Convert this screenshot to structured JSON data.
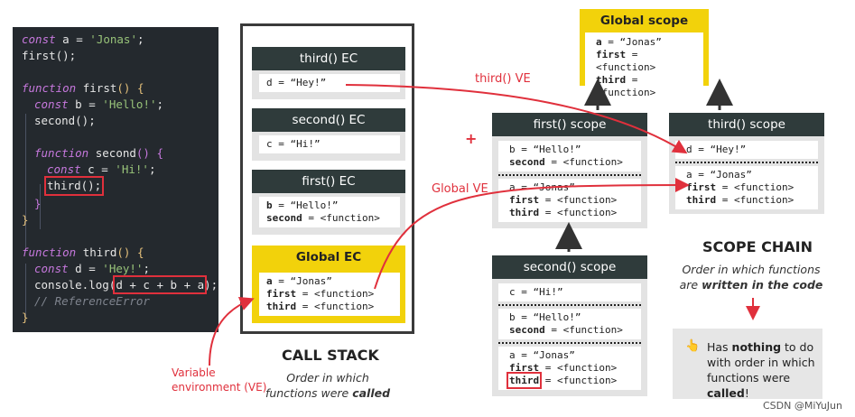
{
  "code": {
    "l1": [
      "const",
      "a",
      "=",
      "'Jonas'",
      ";"
    ],
    "l2": "first();",
    "l3": [
      "function",
      "first",
      "() {"
    ],
    "l4": [
      "const",
      "b",
      "=",
      "'Hello!'",
      ";"
    ],
    "l5": "second();",
    "l6": [
      "function",
      "second",
      "() {"
    ],
    "l7": [
      "const",
      "c",
      "=",
      "'Hi!'",
      ";"
    ],
    "l8": "third();",
    "l9": "}",
    "l10": "}",
    "l11": [
      "function",
      "third",
      "() {"
    ],
    "l12": [
      "const",
      "d",
      "=",
      "'Hey!'",
      ";"
    ],
    "l13a": "console.log(",
    "l13b": "d + c + b + a",
    "l13c": ");",
    "l14": "// ReferenceError",
    "l15": "}"
  },
  "call_stack": {
    "title": "CALL STACK",
    "subtitle_1": "Order in which",
    "subtitle_2a": "functions were ",
    "subtitle_2b": "called",
    "frames": {
      "third": {
        "name": "third() EC",
        "vars": [
          "d = “Hey!”"
        ]
      },
      "second": {
        "name": "second() EC",
        "vars": [
          "c = “Hi!”"
        ]
      },
      "first": {
        "name": "first() EC",
        "vars_b": "b",
        "vars_b_val": " = “Hello!”",
        "vars_s": "second",
        "vars_s_val": " = <function>"
      },
      "global": {
        "name": "Global EC",
        "a": "a",
        "a_val": " = “Jonas”",
        "f": "first",
        "f_val": " = <function>",
        "t": "third",
        "t_val": " = <function>"
      }
    }
  },
  "scopes": {
    "global": {
      "name": "Global scope",
      "a": "a",
      "a_val": " = “Jonas”",
      "f": "first",
      "f_val": " = <function>",
      "t": "third",
      "t_val": " = <function>"
    },
    "first": {
      "name": "first() scope",
      "b": "b = “Hello!”",
      "s1": "second",
      "s2": " = <function>",
      "ga": "a = “Jonas”",
      "gf": "first",
      "gf_val": " = <function>",
      "gt": "third",
      "gt_val": " = <function>"
    },
    "third": {
      "name": "third() scope",
      "d": "d = “Hey!”",
      "ga": "a = “Jonas”",
      "gf": "first",
      "gf_val": " = <function>",
      "gt": "third",
      "gt_val": " = <function>"
    },
    "second": {
      "name": "second() scope",
      "c": "c = “Hi!”",
      "b": "b = “Hello!”",
      "s1": "second",
      "s2": " = <function>",
      "ga": "a = “Jonas”",
      "gf": "first",
      "gf_val": " = <function>",
      "gt": "third",
      "gt_val": " = <function>"
    }
  },
  "labels": {
    "third_ve": "third() VE",
    "global_ve": "Global VE",
    "plus": "+",
    "ve_1": "Variable",
    "ve_2": "environment (VE)"
  },
  "scope_chain": {
    "title": "SCOPE CHAIN",
    "sub_1": "Order in which functions",
    "sub_2a": "are ",
    "sub_2b": "written in the code"
  },
  "note": {
    "icon": "👆",
    "t1a": "Has ",
    "t1b": "nothing",
    "t1c": " to do",
    "t2": "with order in which",
    "t3a": "functions were ",
    "t3b": "called",
    "t3c": "!"
  },
  "watermark": "CSDN @MiYuJun",
  "colors": {
    "accent_red": "#e0303c",
    "yellow": "#f2d20b",
    "dark_header": "#2f3b3b"
  }
}
